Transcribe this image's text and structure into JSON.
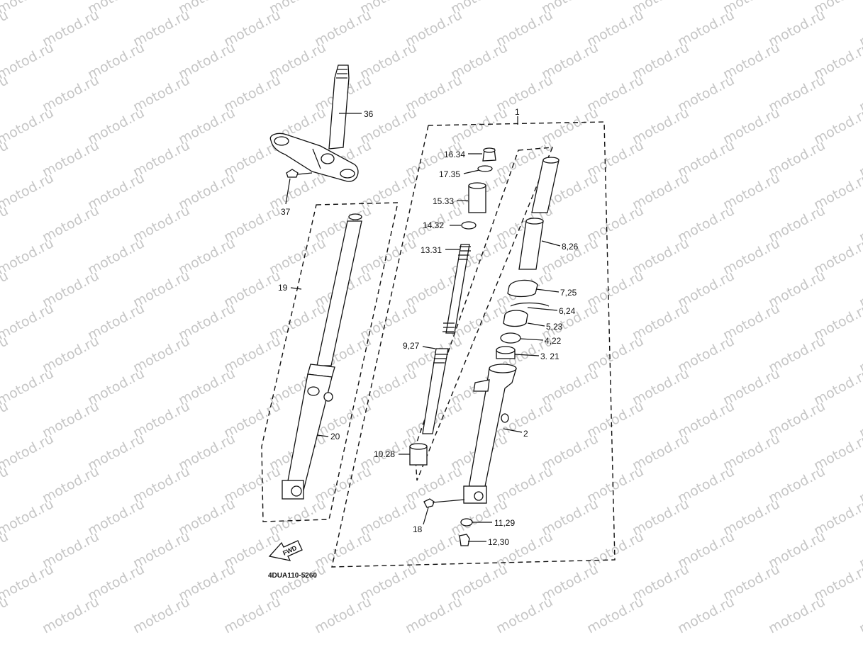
{
  "watermark": {
    "text": "motod.ru"
  },
  "diagram": {
    "code": "4DUA110-5260",
    "fwd_label": "FWD",
    "callouts": [
      {
        "id": "36",
        "text": "36"
      },
      {
        "id": "37",
        "text": "37"
      },
      {
        "id": "19",
        "text": "19"
      },
      {
        "id": "20",
        "text": "20"
      },
      {
        "id": "1",
        "text": "1"
      },
      {
        "id": "16-34",
        "text": "16.34"
      },
      {
        "id": "17-35",
        "text": "17.35"
      },
      {
        "id": "15-33",
        "text": "15.33"
      },
      {
        "id": "14-32",
        "text": "14.32"
      },
      {
        "id": "13-31",
        "text": "13.31"
      },
      {
        "id": "9-27",
        "text": "9,27"
      },
      {
        "id": "10-28",
        "text": "10.28"
      },
      {
        "id": "8-26",
        "text": "8,26"
      },
      {
        "id": "7-25",
        "text": "7,25"
      },
      {
        "id": "6-24",
        "text": "6,24"
      },
      {
        "id": "5-23",
        "text": "5,23"
      },
      {
        "id": "4-22",
        "text": "4,22"
      },
      {
        "id": "3-21",
        "text": "3. 21"
      },
      {
        "id": "2",
        "text": "2"
      },
      {
        "id": "18",
        "text": "18"
      },
      {
        "id": "11-29",
        "text": "11,29"
      },
      {
        "id": "12-30",
        "text": "12,30"
      }
    ]
  }
}
